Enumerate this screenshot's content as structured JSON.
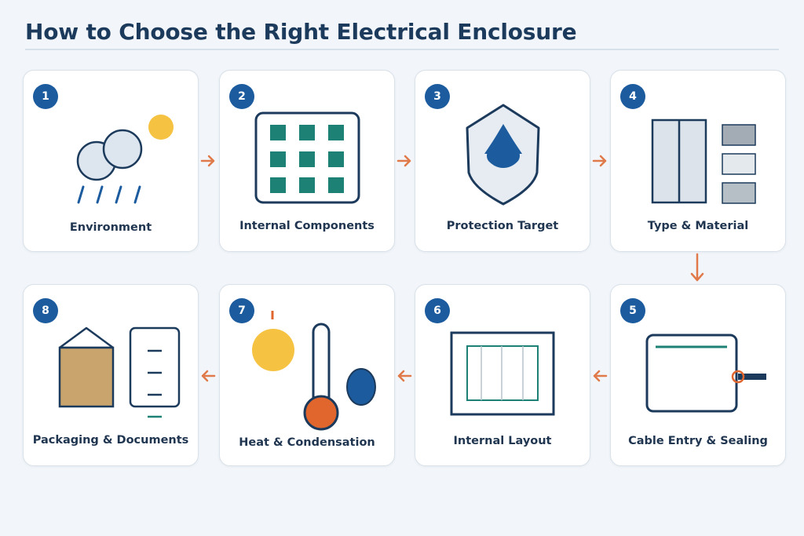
{
  "title": "How to Choose the Right Electrical Enclosure",
  "steps": [
    {
      "number": "1",
      "label": "Environment"
    },
    {
      "number": "2",
      "label": "Internal Components"
    },
    {
      "number": "3",
      "label": "Protection Target"
    },
    {
      "number": "4",
      "label": "Type & Material"
    },
    {
      "number": "5",
      "label": "Cable Entry & Sealing"
    },
    {
      "number": "6",
      "label": "Internal Layout"
    },
    {
      "number": "7",
      "label": "Heat & Condensation"
    },
    {
      "number": "8",
      "label": "Packaging & Documents"
    }
  ],
  "colors": {
    "navy": "#1c3a5c",
    "badge": "#1c5c9e",
    "arrow": "#e07a4a",
    "teal": "#1d8275",
    "sun": "#f5c242",
    "orange": "#e0662e",
    "cardboard": "#c9a46c"
  }
}
